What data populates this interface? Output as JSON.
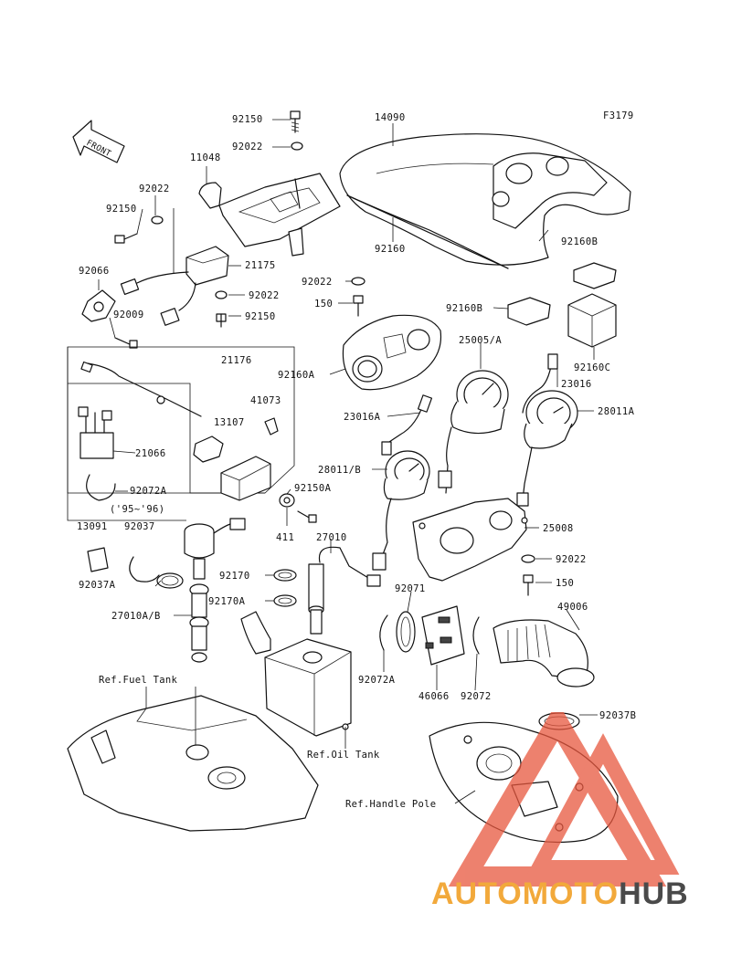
{
  "figure_code": "F3179",
  "front_label": "FRONT",
  "parts": [
    {
      "id": "p1",
      "label": "92150"
    },
    {
      "id": "p2",
      "label": "14090"
    },
    {
      "id": "p3",
      "label": "92022"
    },
    {
      "id": "p4",
      "label": "11048"
    },
    {
      "id": "p5",
      "label": "92022"
    },
    {
      "id": "p6",
      "label": "92150"
    },
    {
      "id": "p7",
      "label": "92066"
    },
    {
      "id": "p8",
      "label": "21175"
    },
    {
      "id": "p9",
      "label": "92022"
    },
    {
      "id": "p10",
      "label": "92150"
    },
    {
      "id": "p11",
      "label": "92009"
    },
    {
      "id": "p12",
      "label": "92160"
    },
    {
      "id": "p13",
      "label": "92022"
    },
    {
      "id": "p14",
      "label": "150"
    },
    {
      "id": "p15",
      "label": "92160B"
    },
    {
      "id": "p16",
      "label": "92160B"
    },
    {
      "id": "p17",
      "label": "92160C"
    },
    {
      "id": "p18",
      "label": "21176"
    },
    {
      "id": "p19",
      "label": "41073"
    },
    {
      "id": "p20",
      "label": "92160A"
    },
    {
      "id": "p21",
      "label": "25005/A"
    },
    {
      "id": "p22",
      "label": "23016"
    },
    {
      "id": "p23",
      "label": "13107"
    },
    {
      "id": "p24",
      "label": "23016A"
    },
    {
      "id": "p25",
      "label": "28011A"
    },
    {
      "id": "p26",
      "label": "21066"
    },
    {
      "id": "p27",
      "label": "28011/B"
    },
    {
      "id": "p28",
      "label": "92072A"
    },
    {
      "id": "p29",
      "label": "('95~'96)"
    },
    {
      "id": "p30",
      "label": "92150A"
    },
    {
      "id": "p31",
      "label": "13091"
    },
    {
      "id": "p32",
      "label": "92037"
    },
    {
      "id": "p33",
      "label": "411"
    },
    {
      "id": "p34",
      "label": "27010"
    },
    {
      "id": "p35",
      "label": "25008"
    },
    {
      "id": "p36",
      "label": "92037A"
    },
    {
      "id": "p37",
      "label": "92170"
    },
    {
      "id": "p38",
      "label": "92022"
    },
    {
      "id": "p39",
      "label": "92071"
    },
    {
      "id": "p40",
      "label": "150"
    },
    {
      "id": "p41",
      "label": "92170A"
    },
    {
      "id": "p42",
      "label": "49006"
    },
    {
      "id": "p43",
      "label": "27010A/B"
    },
    {
      "id": "p44",
      "label": "92072A"
    },
    {
      "id": "p45",
      "label": "46066"
    },
    {
      "id": "p46",
      "label": "92072"
    },
    {
      "id": "p47",
      "label": "92037B"
    }
  ],
  "references": [
    {
      "id": "r1",
      "label": "Ref.Fuel Tank"
    },
    {
      "id": "r2",
      "label": "Ref.Oil Tank"
    },
    {
      "id": "r3",
      "label": "Ref.Handle Pole"
    }
  ],
  "watermark": {
    "part1": "AUTOMOTO",
    "part2": "HUB",
    "color_primary": "#f2a93b",
    "color_secondary": "#4a4a4a",
    "triangle_color": "#e8573e"
  }
}
